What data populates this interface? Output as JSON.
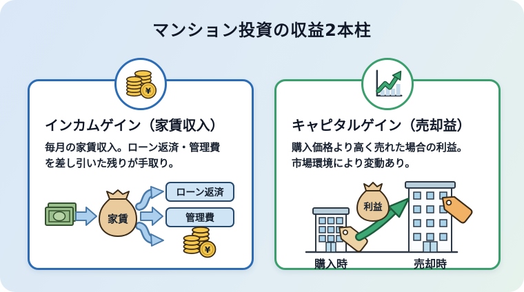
{
  "title": "マンション投資の収益2本柱",
  "colors": {
    "income_accent": "#2b6cb5",
    "capital_accent": "#3a9e6d",
    "background_start": "#d9e7f7",
    "background_end": "#e6f2ec",
    "coin_gold": "#f5c84c",
    "box_blue": "#cfe4f4",
    "tag_tan": "#edd2a6",
    "tag_orange": "#f2b266"
  },
  "income_card": {
    "icon": "yen-coins-icon",
    "icon_symbol": "¥",
    "title": "インカムゲイン（家賃収入）",
    "description": "毎月の家賃収入。ローン返済・管理費を差し引いた残りが手取り。",
    "diagram": {
      "source_label": "家賃",
      "branch_1": "ローン返済",
      "branch_2": "管理費",
      "coin_symbol": "¥"
    }
  },
  "capital_card": {
    "icon": "growth-chart-icon",
    "title": "キャピタルゲイン（売却益）",
    "description": "購入価格より高く売れた場合の利益。市場環境により変動あり。",
    "diagram": {
      "profit_label": "利益",
      "buy_label": "購入時",
      "sell_label": "売却時"
    }
  }
}
